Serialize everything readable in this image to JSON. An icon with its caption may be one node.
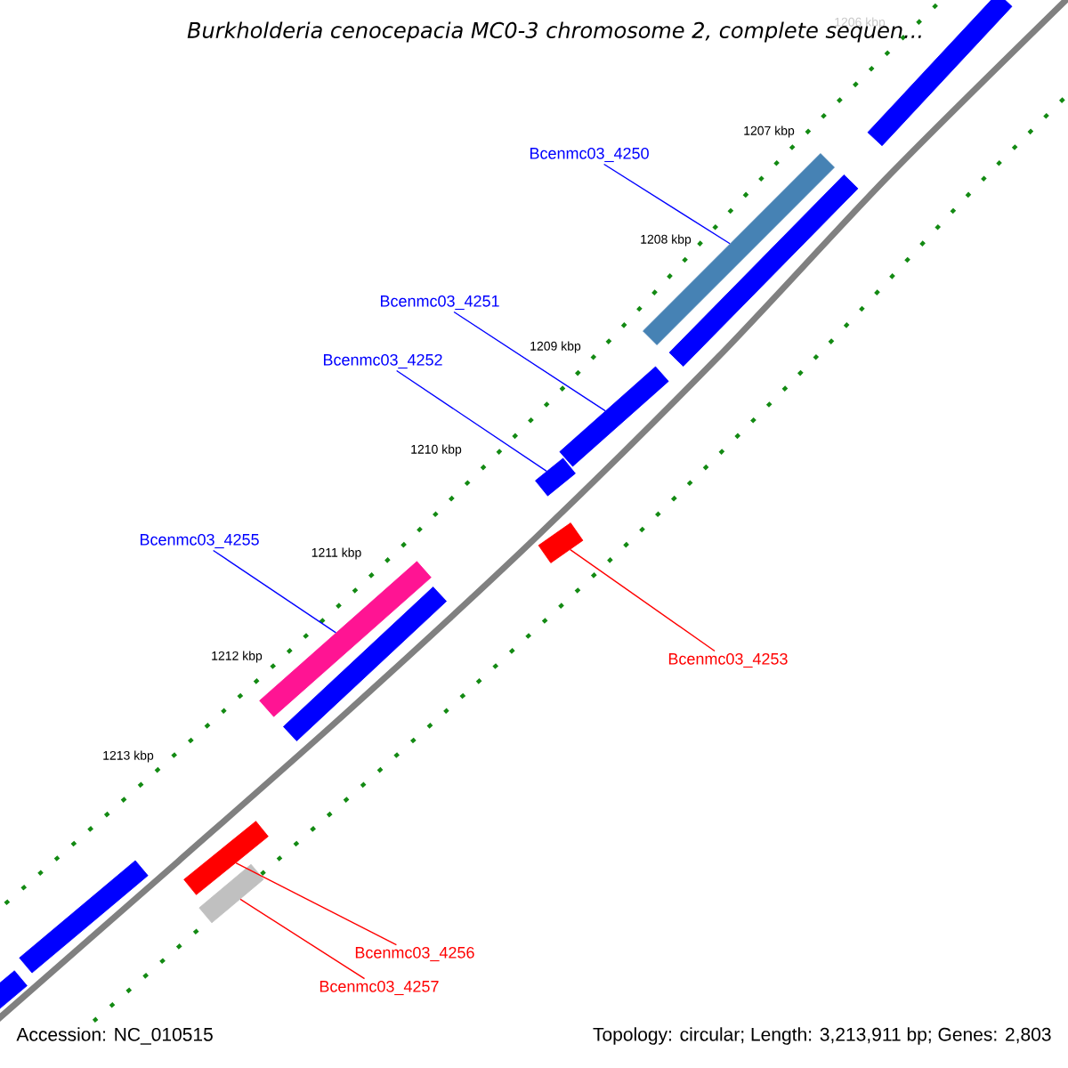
{
  "diagram": {
    "title": "Burkholderia cenocepacia MC0-3 chromosome 2, complete sequen...",
    "nodes": [
      {
        "text": [
          "Bcenmc03_4250"
        ]
      },
      {
        "text": [
          "Bcenmc03_4251"
        ]
      },
      {
        "text": [
          "Bcenmc03_4252"
        ]
      },
      {
        "text": [
          "Bcenmc03_4255"
        ]
      },
      {
        "text": [
          "Bcenmc03_4253"
        ]
      },
      {
        "text": [
          "Bcenmc03_4256"
        ]
      },
      {
        "text": [
          "Bcenmc03_4257"
        ]
      },
      {
        "text": [],
        "shape": "bar"
      },
      {
        "text": [],
        "shape": "bar"
      },
      {
        "text": [],
        "shape": "bar"
      },
      {
        "text": [],
        "shape": "bar"
      },
      {
        "text": [],
        "shape": "bar"
      },
      {
        "text": [],
        "shape": "bar"
      },
      {
        "text": [],
        "shape": "bar"
      },
      {
        "text": [],
        "shape": "bar"
      },
      {
        "text": [],
        "shape": "bar"
      },
      {
        "text": [],
        "shape": "bar"
      },
      {
        "text": [],
        "shape": "bar"
      },
      {
        "text": [],
        "shape": "bar"
      }
    ],
    "edges": [
      {
        "from": 0,
        "to": 7,
        "arrow": "none"
      },
      {
        "from": 1,
        "to": 8,
        "arrow": "none"
      },
      {
        "from": 2,
        "to": 9,
        "arrow": "none"
      },
      {
        "from": 3,
        "to": 10,
        "arrow": "none"
      },
      {
        "from": 4,
        "to": 11,
        "arrow": "none",
        "color": "#ff0000"
      },
      {
        "from": 5,
        "to": 12,
        "arrow": "none",
        "color": "#ff0000"
      },
      {
        "from": 6,
        "to": 13,
        "arrow": "none",
        "color": "#ff0000"
      }
    ],
    "labels": [
      "1206 kbp",
      "1207 kbp",
      "1208 kbp",
      "1209 kbp",
      "1210 kbp",
      "1211 kbp",
      "1212 kbp",
      "1213 kbp",
      "Accession: NC_010515",
      "Topology: circular; Length: 3,213,911 bp; Genes: 2,803"
    ]
  }
}
